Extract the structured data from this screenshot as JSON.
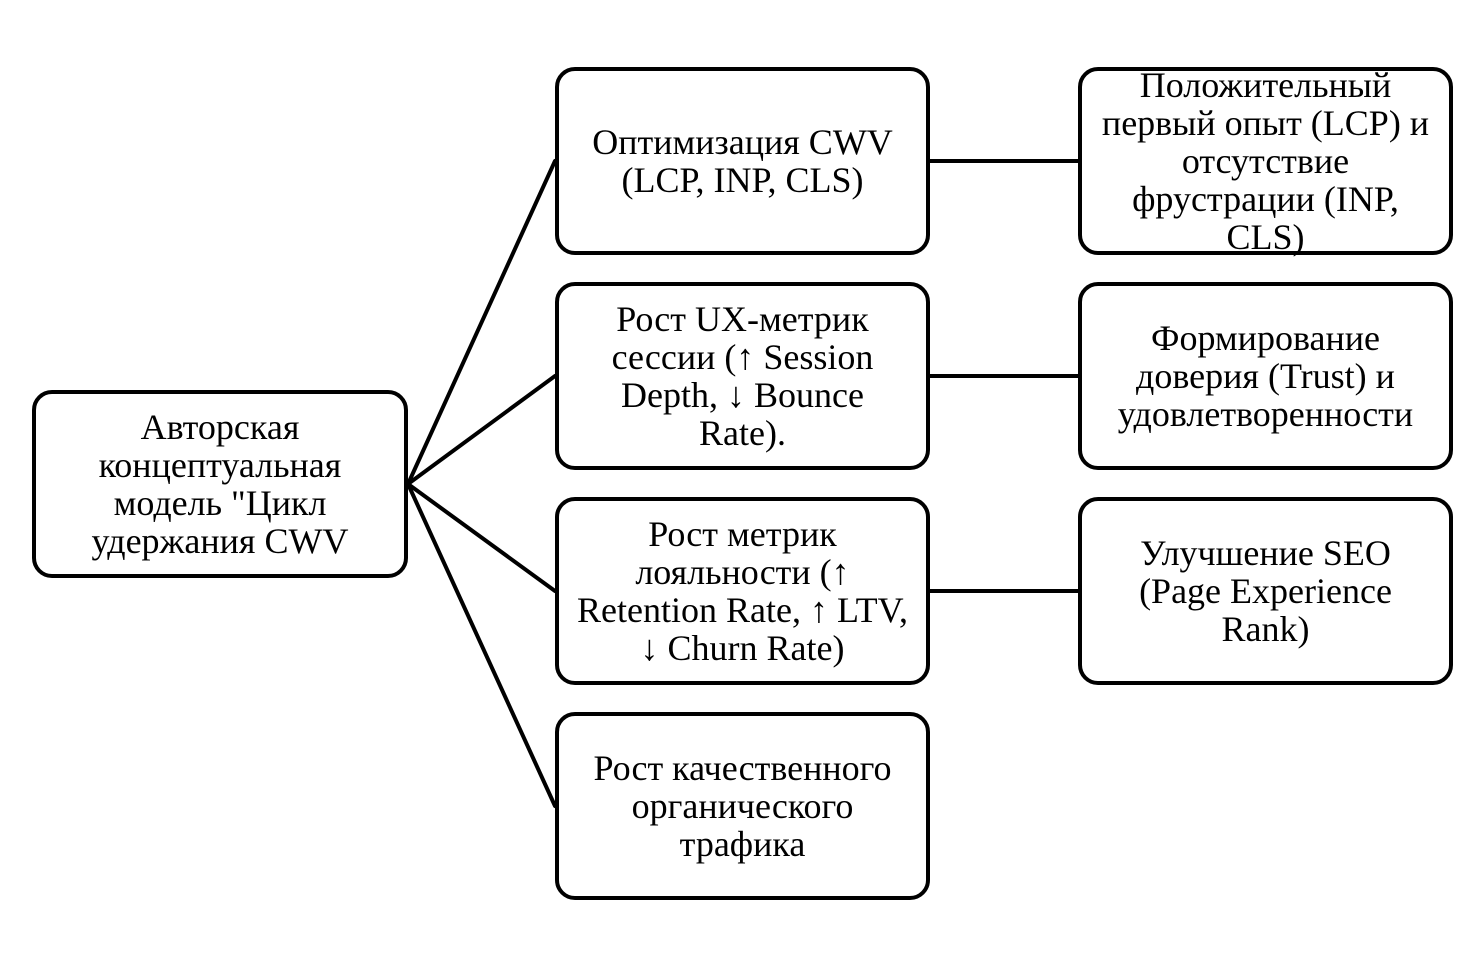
{
  "diagram": {
    "root": {
      "text": "Авторская\nконцептуальная\nмодель \"Цикл\nудержания CWV"
    },
    "middle": [
      {
        "text": "Оптимизация CWV\n(LCP, INP, CLS)"
      },
      {
        "text": "Рост UX-метрик\nсессии (↑ Session\nDepth, ↓ Bounce\nRate)."
      },
      {
        "text": "Рост метрик\nлояльности (↑\nRetention Rate, ↑ LTV,\n↓ Churn Rate)"
      },
      {
        "text": "Рост качественного\nорганического\nтрафика"
      }
    ],
    "right": [
      {
        "text": "Положительный\nпервый опыт (LCP) и\nотсутствие\nфрустрации (INP,\nCLS)"
      },
      {
        "text": "Формирование\nдоверия (Trust) и\nудовлетворенности"
      },
      {
        "text": "Улучшение SEO\n(Page Experience\nRank)"
      }
    ],
    "colors": {
      "stroke": "#000000",
      "fill": "#ffffff"
    }
  }
}
